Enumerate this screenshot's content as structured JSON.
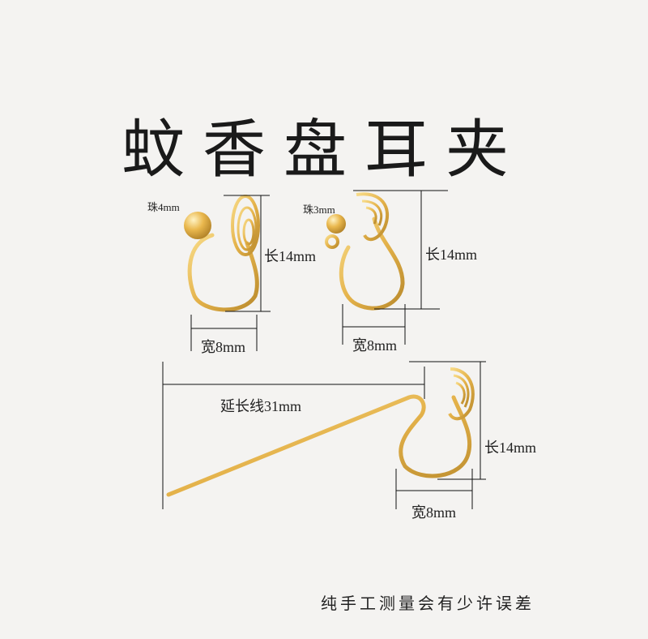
{
  "title": "蚊香盘耳夹",
  "items": [
    {
      "bead_label": "珠4mm",
      "length_label": "长14mm",
      "width_label": "宽8mm"
    },
    {
      "bead_label": "珠3mm",
      "length_label": "长14mm",
      "width_label": "宽8mm"
    },
    {
      "extension_label": "延长线31mm",
      "length_label": "长14mm",
      "width_label": "宽8mm"
    }
  ],
  "footer": "纯手工测量会有少许误差",
  "colors": {
    "gold": "#e7b94f",
    "gold_dark": "#b8862a",
    "background": "#f4f3f1",
    "line": "#111111"
  }
}
